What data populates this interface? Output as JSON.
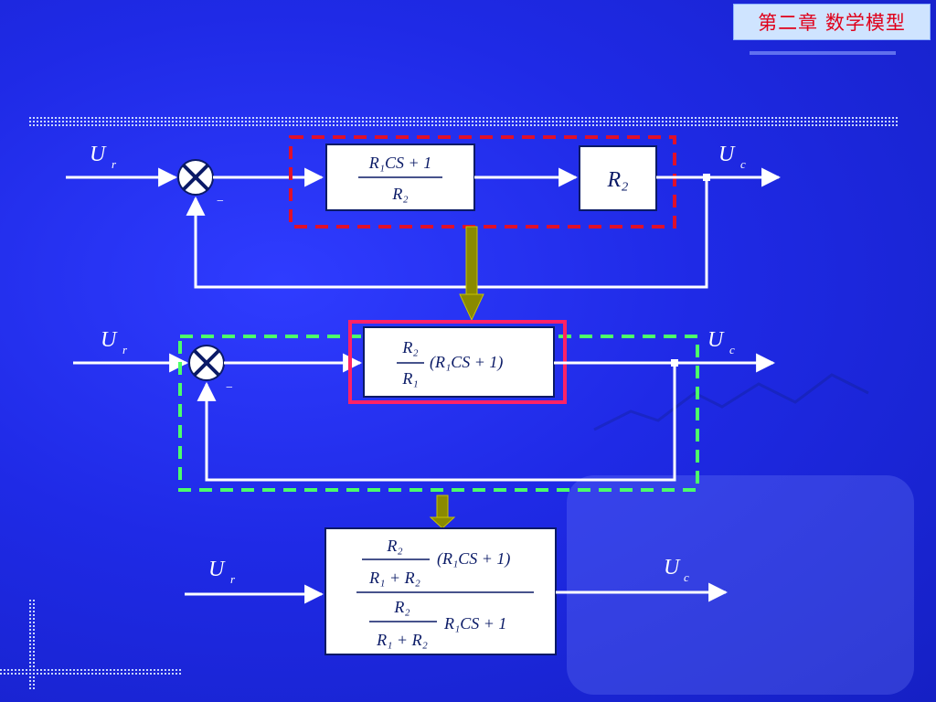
{
  "header": {
    "chapter_title": "第二章  数学模型"
  },
  "diagrams": [
    {
      "input_label": "U",
      "input_sub": "r",
      "output_label": "U",
      "output_sub": "c",
      "sum_sign": "−",
      "block1": {
        "num": "R₁CS + 1",
        "den": "R₂"
      },
      "block2": {
        "text": "R₂"
      }
    },
    {
      "input_label": "U",
      "input_sub": "r",
      "output_label": "U",
      "output_sub": "c",
      "sum_sign": "−",
      "block": {
        "frac_num": "R₂",
        "frac_den": "R₁",
        "factor": "(R₁CS + 1)"
      }
    },
    {
      "input_label": "U",
      "input_sub": "r",
      "output_label": "U",
      "output_sub": "c",
      "block": {
        "top_frac_num": "R₂",
        "top_frac_den": "R₁ + R₂",
        "top_factor": "(R₁CS + 1)",
        "bot_frac_num": "R₂",
        "bot_frac_den": "R₁ + R₂",
        "bot_factor": "R₁CS + 1"
      }
    }
  ],
  "colors": {
    "background": "#1f2ae6",
    "lines": "#ffffff",
    "red_dash": "#e0102a",
    "green_dash": "#4cff6a",
    "magenta_box": "#ff2266",
    "arrow_olive": "#8a8a00",
    "badge_bg": "#cfe4ff",
    "badge_text": "#e0001a"
  }
}
